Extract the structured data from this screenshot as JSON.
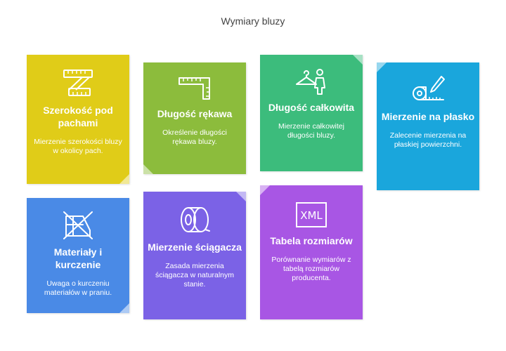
{
  "title": "Wymiary bluzy",
  "cards": [
    {
      "heading": "Szerokość pod pachami",
      "desc": "Mierzenie szerokości bluzy w okolicy pach.",
      "icon": "ruler-icon",
      "color": "#e0cc18"
    },
    {
      "heading": "Długość rękawa",
      "desc": "Określenie długości rękawa bluzy.",
      "icon": "corner-ruler-icon",
      "color": "#8cbc3c"
    },
    {
      "heading": "Długość całkowita",
      "desc": "Mierzenie całkowitej długości bluzy.",
      "icon": "hanger-person-icon",
      "color": "#3cbc7c"
    },
    {
      "heading": "Mierzenie na płasko",
      "desc": "Zalecenie mierzenia na płaskiej powierzchni.",
      "icon": "tape-measure-pencil-icon",
      "color": "#1aa6dc"
    },
    {
      "heading": "Materiały i kurczenie",
      "desc": "Uwaga o kurczeniu materiałów w praniu.",
      "icon": "no-shrink-fabric-icon",
      "color": "#4a8ae6"
    },
    {
      "heading": "Mierzenie ściągacza",
      "desc": "Zasada mierzenia ściągacza w naturalnym stanie.",
      "icon": "tape-roll-icon",
      "color": "#7b62e6"
    },
    {
      "heading": "Tabela rozmiarów",
      "desc": "Porównanie wymiarów z tabelą rozmiarów producenta.",
      "icon": "xml-icon",
      "color": "#a856e4"
    }
  ]
}
